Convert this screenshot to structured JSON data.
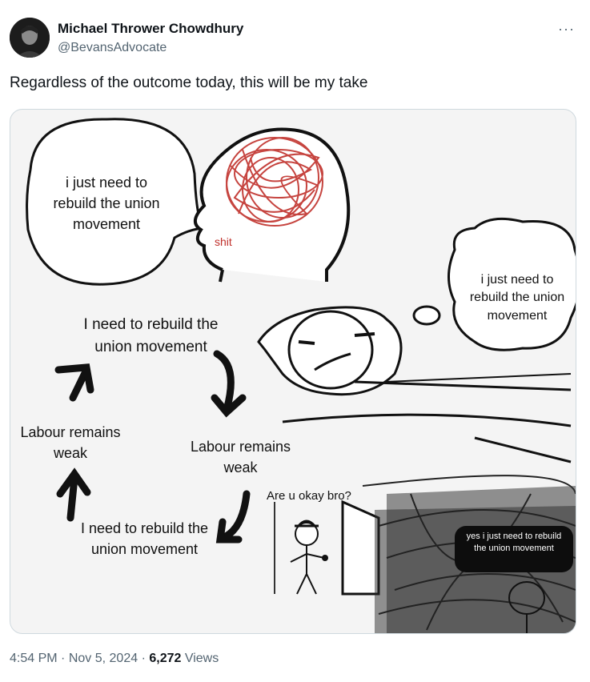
{
  "author": {
    "name": "Michael Thrower Chowdhury",
    "handle": "@BevansAdvocate"
  },
  "tweet": {
    "text": "Regardless of the outcome today, this will be my take",
    "more_label": "···"
  },
  "meme": {
    "bubble_top": "i just need to rebuild the union movement",
    "brain_label": "shit",
    "thought_right": "i just need to rebuild the union movement",
    "cycle_1": "I need to rebuild the union movement",
    "cycle_2": "Labour remains weak",
    "cycle_3": "I need to rebuild the union movement",
    "cycle_4": "Labour remains weak",
    "door_question": "Are u okay bro?",
    "dark_reply": "yes i just need to rebuild the union movement"
  },
  "meta": {
    "time": "4:54 PM",
    "sep1": "·",
    "date": "Nov 5, 2024",
    "sep2": "·",
    "views_count": "6,272",
    "views_label": "Views"
  }
}
